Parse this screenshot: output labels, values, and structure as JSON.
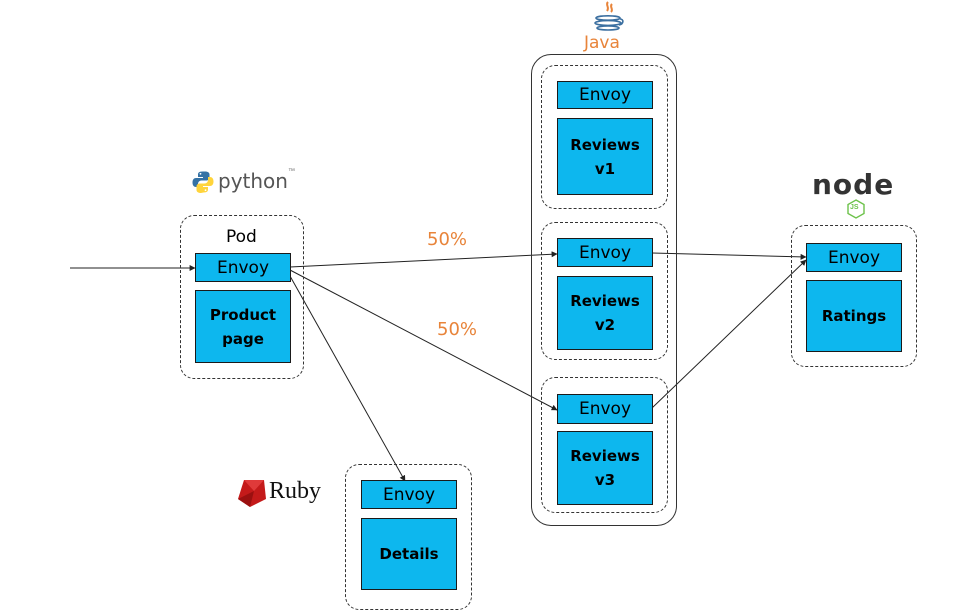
{
  "logos": {
    "python": "python",
    "python_tm": "™",
    "java": "Java",
    "node": "node",
    "node_js": "JS",
    "ruby": "Ruby"
  },
  "pods": {
    "productpage": {
      "label": "Pod",
      "envoy": "Envoy",
      "service": "Product page"
    },
    "reviews_v1": {
      "envoy": "Envoy",
      "service": "Reviews v1"
    },
    "reviews_v2": {
      "envoy": "Envoy",
      "service": "Reviews v2"
    },
    "reviews_v3": {
      "envoy": "Envoy",
      "service": "Reviews v3"
    },
    "ratings": {
      "envoy": "Envoy",
      "service": "Ratings"
    },
    "details": {
      "envoy": "Envoy",
      "service": "Details"
    }
  },
  "traffic": {
    "to_v2": "50%",
    "to_v3": "50%"
  },
  "colors": {
    "box": "#0db7ee",
    "percent": "#e8843a",
    "ruby": "#c41a1a",
    "python_blue": "#3572a5",
    "python_yellow": "#ffd43b"
  }
}
